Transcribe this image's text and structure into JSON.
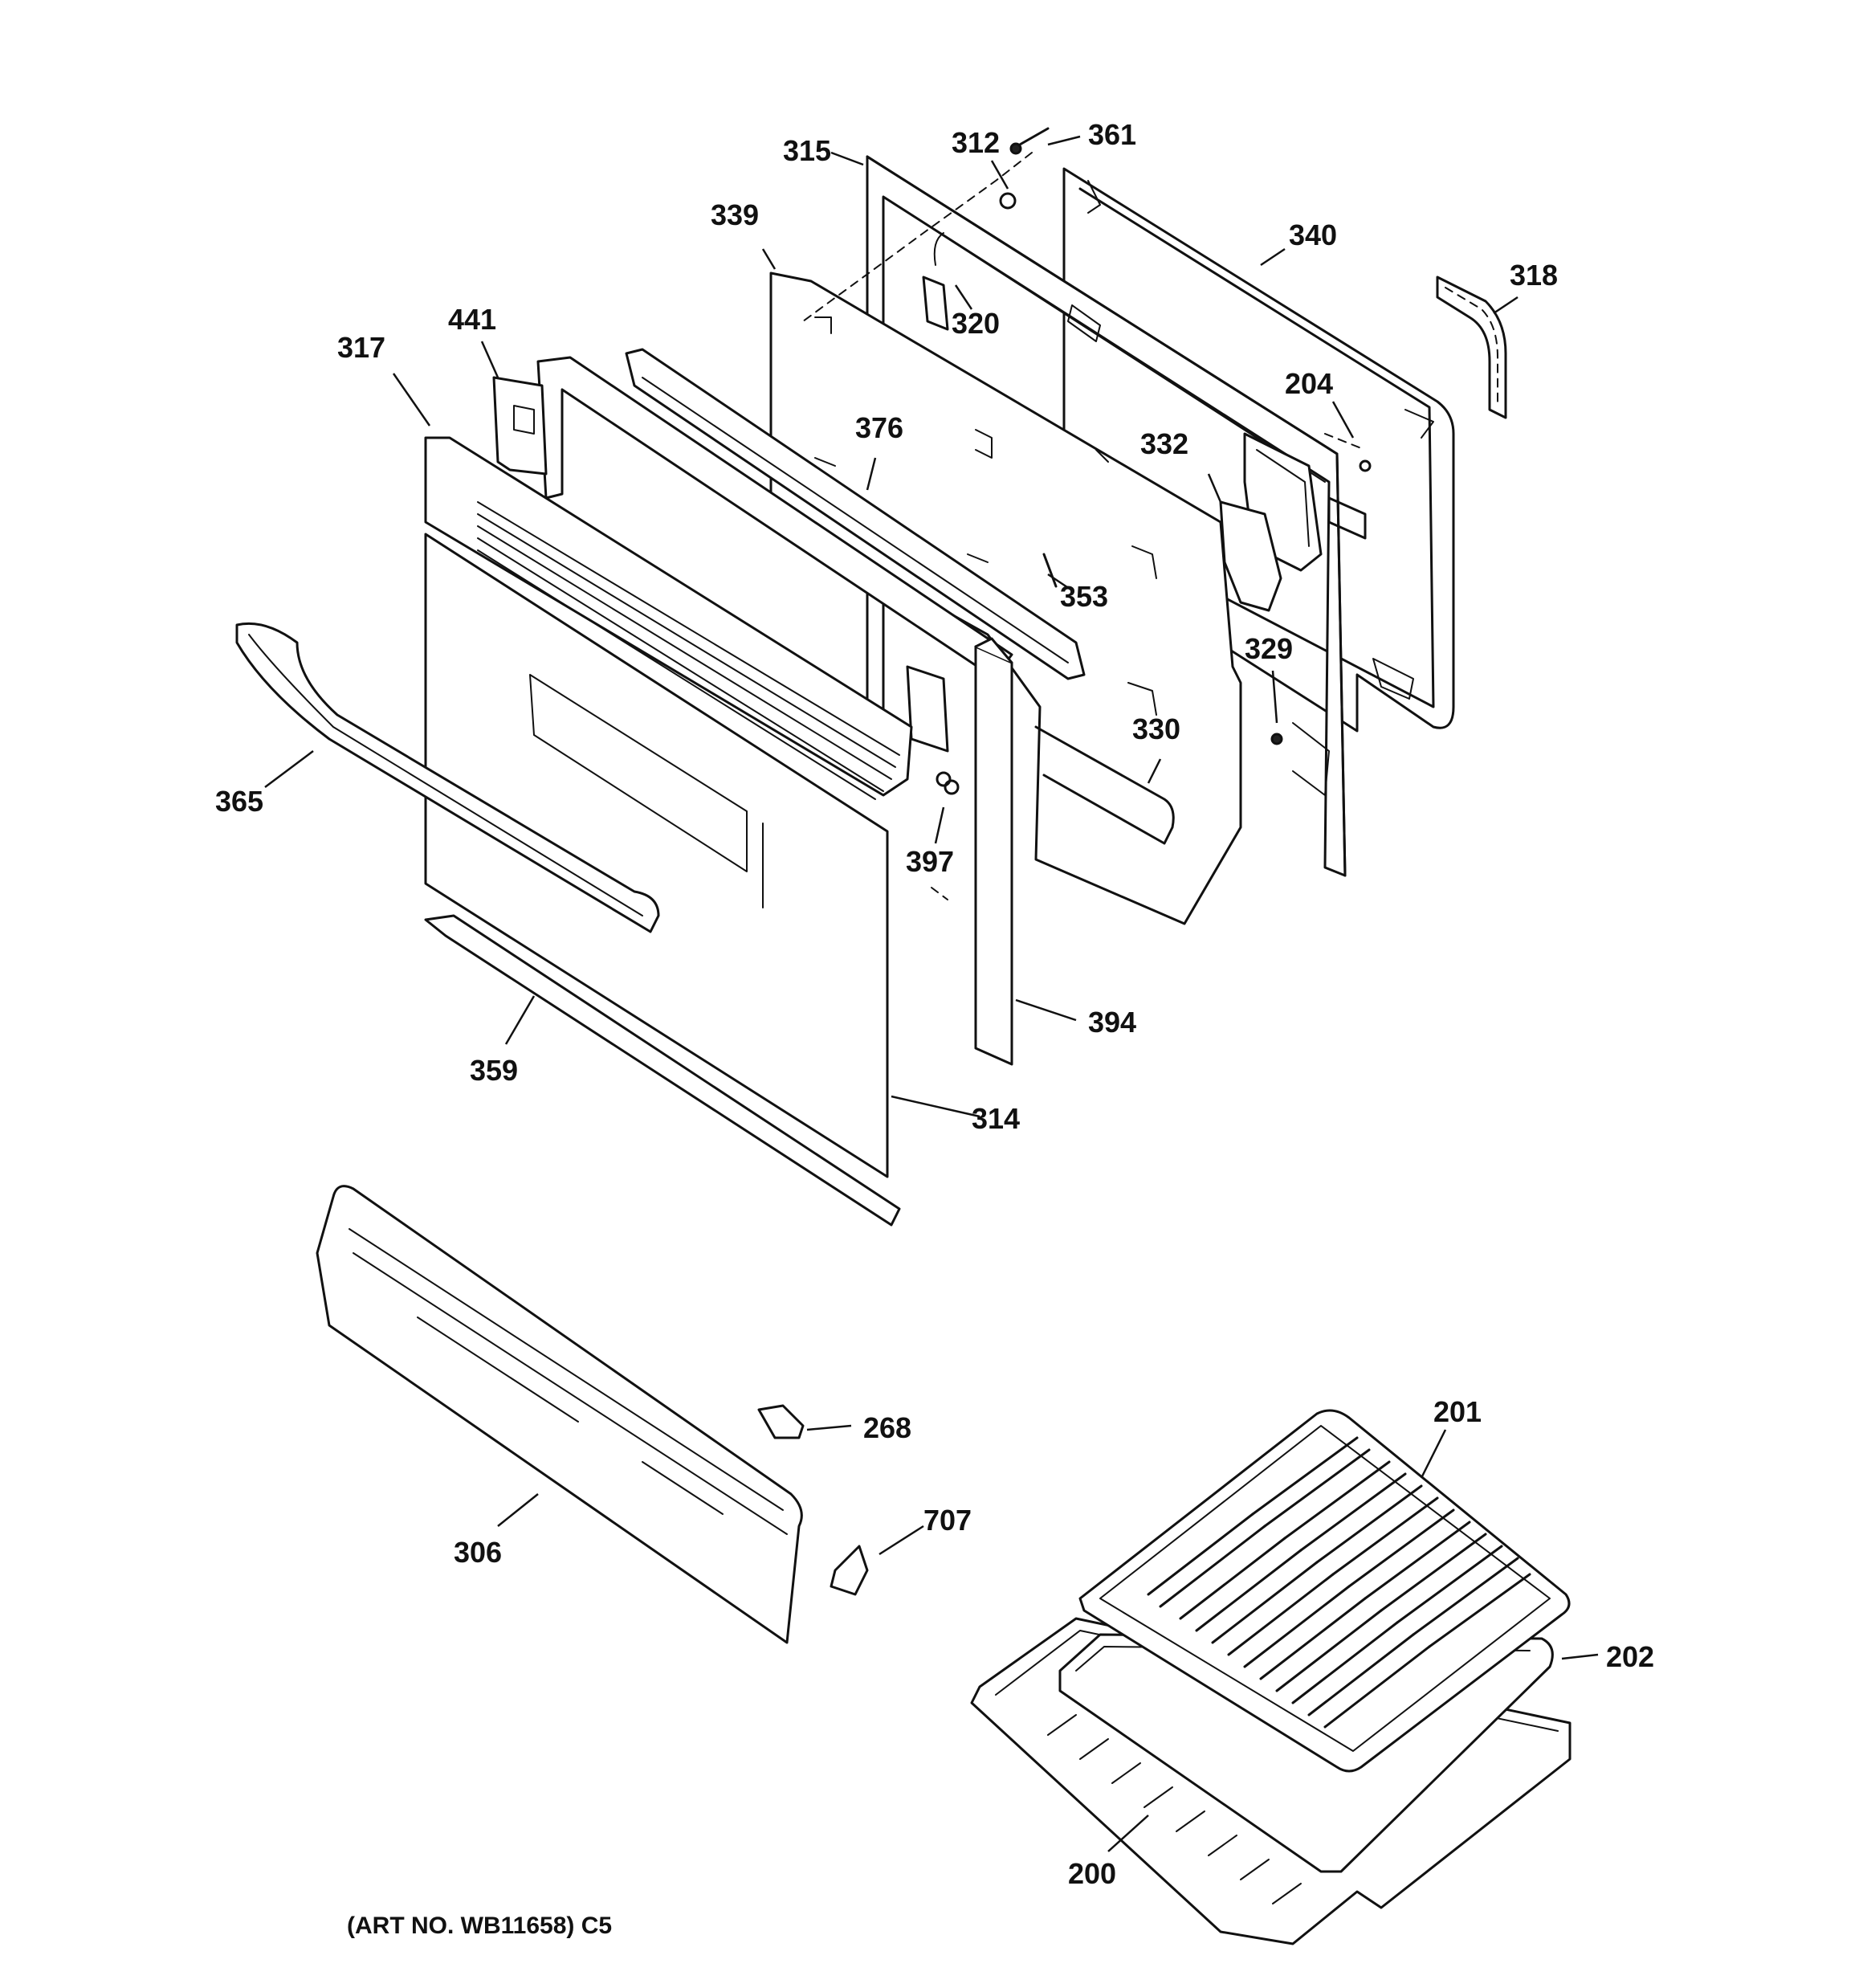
{
  "callouts": {
    "c315": "315",
    "c312": "312",
    "c361": "361",
    "c339": "339",
    "c340": "340",
    "c318": "318",
    "c441": "441",
    "c320": "320",
    "c317": "317",
    "c204": "204",
    "c376": "376",
    "c332": "332",
    "c353": "353",
    "c329": "329",
    "c330": "330",
    "c365": "365",
    "c397": "397",
    "c394": "394",
    "c359": "359",
    "c314": "314",
    "c268": "268",
    "c707": "707",
    "c306": "306",
    "c201": "201",
    "c202": "202",
    "c200": "200"
  },
  "art_number": "(ART NO. WB11658) C5",
  "colors": {
    "line": "#111111",
    "background": "#ffffff"
  }
}
